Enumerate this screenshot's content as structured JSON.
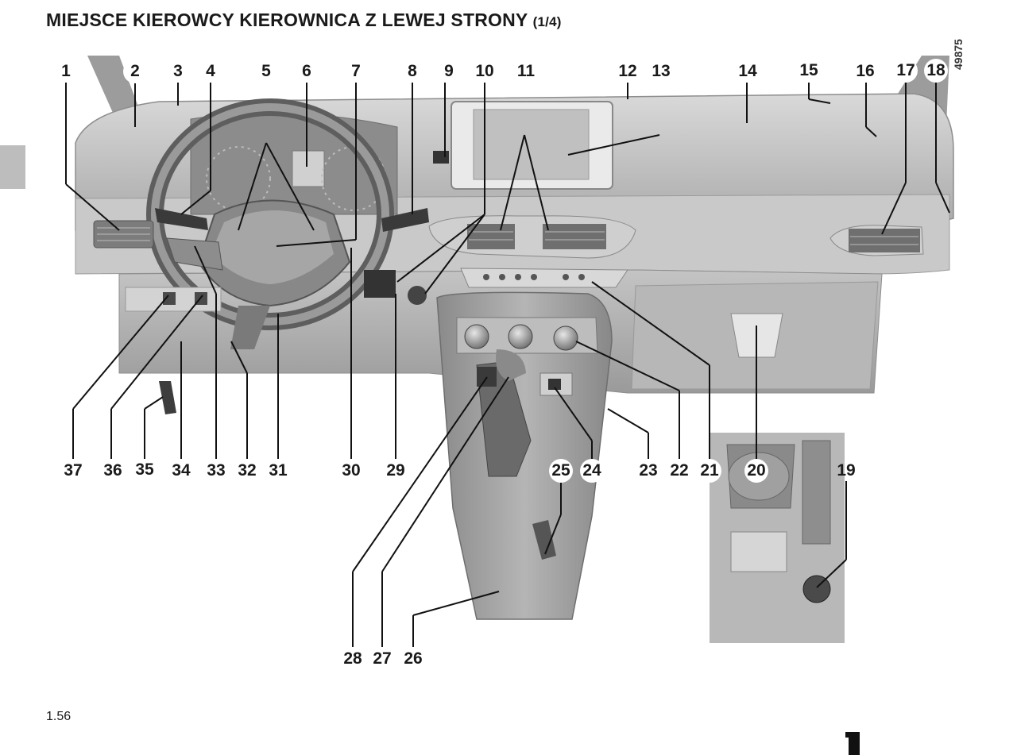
{
  "header": {
    "title": "MIEJSCE KIEROWCY KIEROWNICA Z LEWEJ STRONY",
    "part": "(1/4)"
  },
  "figure": {
    "code": "49875"
  },
  "callouts": {
    "n1": "1",
    "n2": "2",
    "n3": "3",
    "n4": "4",
    "n5": "5",
    "n6": "6",
    "n7": "7",
    "n8": "8",
    "n9": "9",
    "n10": "10",
    "n11": "11",
    "n12": "12",
    "n13": "13",
    "n14": "14",
    "n15": "15",
    "n16": "16",
    "n17": "17",
    "n18": "18",
    "n19": "19",
    "n20": "20",
    "n21": "21",
    "n22": "22",
    "n23": "23",
    "n24": "24",
    "n25": "25",
    "n26": "26",
    "n27": "27",
    "n28": "28",
    "n29": "29",
    "n30": "30",
    "n31": "31",
    "n32": "32",
    "n33": "33",
    "n34": "34",
    "n35": "35",
    "n36": "36",
    "n37": "37"
  },
  "footer": {
    "page_number": "1.56"
  }
}
